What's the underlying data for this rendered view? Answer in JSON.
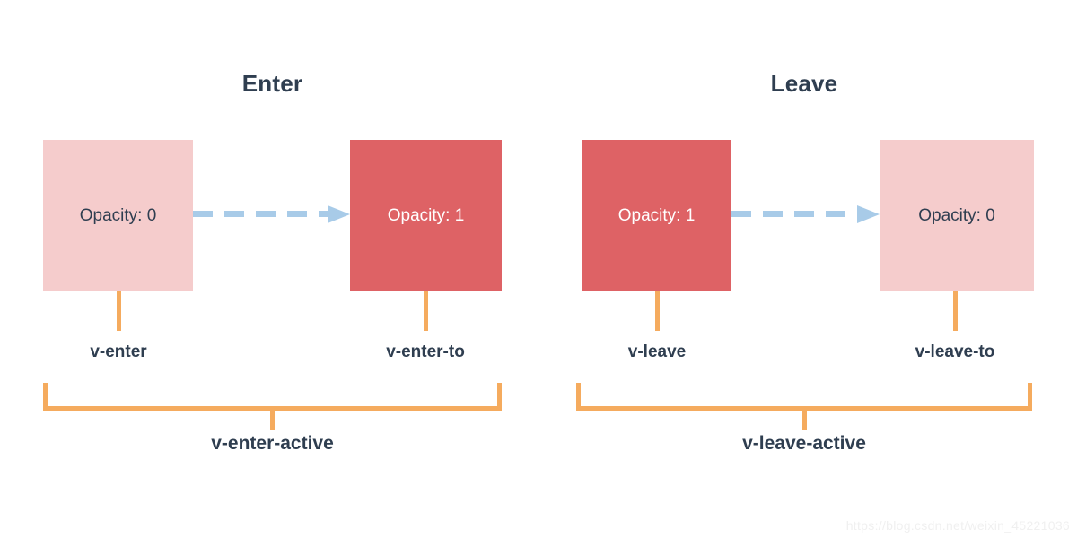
{
  "colors": {
    "background": "#ffffff",
    "box_from_pink": "#f5cccc",
    "box_to_red": "#de6265",
    "arrow_blue": "#a8cbe8",
    "bracket_orange": "#f5ab5e",
    "text_navy": "#2f3e50",
    "text_on_red": "#ffffff",
    "watermark_gray": "#f0f0f0"
  },
  "diagram": {
    "sections": [
      {
        "title": "Enter",
        "from_box": {
          "label": "Opacity: 0",
          "state": "transparent",
          "class_name": "v-enter"
        },
        "to_box": {
          "label": "Opacity: 1",
          "state": "opaque",
          "class_name": "v-enter-to"
        },
        "arrow": "dashed-arrow-right",
        "active_class": "v-enter-active"
      },
      {
        "title": "Leave",
        "from_box": {
          "label": "Opacity: 1",
          "state": "opaque",
          "class_name": "v-leave"
        },
        "to_box": {
          "label": "Opacity: 0",
          "state": "transparent",
          "class_name": "v-leave-to"
        },
        "arrow": "dashed-arrow-right",
        "active_class": "v-leave-active"
      }
    ]
  },
  "watermark": {
    "text": "https://blog.csdn.net/weixin_45221036"
  }
}
